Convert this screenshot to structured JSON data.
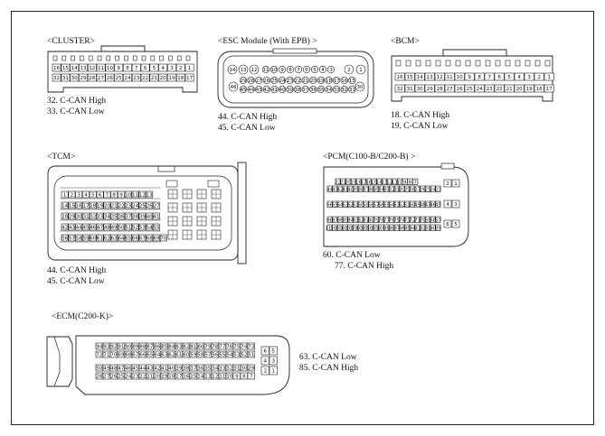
{
  "connectors": {
    "cluster": {
      "title": "<CLUSTER>",
      "row1": [
        "16",
        "15",
        "14",
        "13",
        "12",
        "11",
        "10",
        "9",
        "8",
        "7",
        "6",
        "5",
        "4",
        "3",
        "2",
        "1"
      ],
      "row2": [
        "32",
        "31",
        "30",
        "29",
        "28",
        "27",
        "26",
        "25",
        "24",
        "23",
        "22",
        "21",
        "20",
        "19",
        "18",
        "17"
      ],
      "notes": [
        "32. C-CAN High",
        "33. C-CAN Low"
      ]
    },
    "esc": {
      "title": "<ESC Module (With EPB) >",
      "big_pins_left": [
        "14",
        "13",
        "12"
      ],
      "big_pins_right": [
        "2",
        "1"
      ],
      "big_pin_bottom_left": "46",
      "big_pin_bottom_right": "30",
      "row_a": [
        "11",
        "10",
        "9",
        "8",
        "7",
        "6",
        "5",
        "4",
        "3"
      ],
      "row_b": [
        "29",
        "28",
        "27",
        "26",
        "25",
        "24",
        "23",
        "22",
        "21",
        "20",
        "19",
        "18",
        "17",
        "16",
        "15"
      ],
      "row_c": [
        "45",
        "44",
        "43",
        "42",
        "41",
        "40",
        "39",
        "38",
        "37",
        "36",
        "35",
        "34",
        "33",
        "32",
        "31"
      ],
      "notes": [
        "44. C-CAN High",
        "45. C-CAN Low"
      ]
    },
    "bcm": {
      "title": "<BCM>",
      "row1": [
        "16",
        "15",
        "14",
        "13",
        "12",
        "11",
        "10",
        "9",
        "8",
        "7",
        "6",
        "5",
        "4",
        "3",
        "2",
        "1"
      ],
      "row2": [
        "32",
        "31",
        "30",
        "29",
        "28",
        "27",
        "26",
        "25",
        "24",
        "23",
        "22",
        "21",
        "20",
        "19",
        "18",
        "17"
      ],
      "notes": [
        "18. C-CAN High",
        "19. C-CAN Low"
      ]
    },
    "tcm": {
      "title": "<TCM>",
      "row1": [
        "1",
        "2",
        "3",
        "4",
        "5",
        "6",
        "7",
        "8",
        "9",
        "10",
        "11",
        "12",
        "13"
      ],
      "row2": [
        "14",
        "15",
        "16",
        "17",
        "18",
        "19",
        "20",
        "21",
        "22",
        "23",
        "24",
        "25",
        "26",
        "27"
      ],
      "row3": [
        "28",
        "29",
        "30",
        "31",
        "32",
        "33",
        "34",
        "35",
        "36",
        "37",
        "38",
        "39",
        "40",
        "41"
      ],
      "row4": [
        "42",
        "43",
        "44",
        "45",
        "46",
        "47",
        "48",
        "49",
        "50",
        "51",
        "52",
        "53",
        "54",
        "55"
      ],
      "row5": [
        "56",
        "57",
        "58",
        "59",
        "60",
        "61",
        "62",
        "63",
        "64",
        "65",
        "66",
        "67",
        "68",
        "69",
        "70"
      ],
      "notes": [
        "44. C-CAN High",
        "45. C-CAN Low"
      ]
    },
    "pcm": {
      "title": "<PCM(C100-B/C200-B)  >",
      "row1": [
        "22",
        "21",
        "20",
        "19",
        "18",
        "17",
        "16",
        "15",
        "14",
        "13",
        "12",
        "11",
        "10",
        "9",
        "8",
        "7"
      ],
      "row2": [
        "44",
        "43",
        "42",
        "41",
        "40",
        "39",
        "38",
        "37",
        "36",
        "35",
        "34",
        "33",
        "32",
        "31",
        "30",
        "29",
        "28",
        "27",
        "26",
        "25",
        "24",
        "23"
      ],
      "row3": [
        "66",
        "65",
        "64",
        "63",
        "62",
        "61",
        "60",
        "59",
        "58",
        "57",
        "56",
        "55",
        "54",
        "53",
        "52",
        "51",
        "50",
        "49",
        "48",
        "47",
        "46",
        "45"
      ],
      "row4": [
        "88",
        "87",
        "86",
        "85",
        "84",
        "83",
        "82",
        "81",
        "80",
        "79",
        "78",
        "77",
        "76",
        "75",
        "74",
        "73",
        "72",
        "71",
        "70",
        "69",
        "68",
        "67"
      ],
      "row5": [
        "110",
        "109",
        "108",
        "107",
        "106",
        "105",
        "104",
        "103",
        "102",
        "101",
        "100",
        "99",
        "98",
        "97",
        "96",
        "95",
        "94",
        "93",
        "92",
        "91",
        "90",
        "89"
      ],
      "side_top": [
        "2",
        "1"
      ],
      "side_mid": [
        "4",
        "3"
      ],
      "side_bot": [
        "6",
        "5"
      ],
      "notes": [
        "60. C-CAN Low",
        "77. C-CAN High"
      ]
    },
    "ecm": {
      "title": "<ECM(C200-K)>",
      "row1": [
        "94",
        "93",
        "92",
        "91",
        "90",
        "89",
        "88",
        "87",
        "86",
        "85",
        "84",
        "83",
        "82",
        "81",
        "80",
        "79",
        "78",
        "77",
        "76",
        "75",
        "74",
        "73"
      ],
      "row2": [
        "72",
        "71",
        "70",
        "69",
        "68",
        "67",
        "66",
        "65",
        "64",
        "63",
        "62",
        "61",
        "60",
        "59",
        "58",
        "57",
        "56",
        "55",
        "54",
        "53",
        "52",
        "51"
      ],
      "row3": [
        "50",
        "49",
        "48",
        "47",
        "46",
        "45",
        "44",
        "43",
        "42",
        "41",
        "40",
        "39",
        "38",
        "37",
        "36",
        "35",
        "34",
        "33",
        "32",
        "31",
        "30",
        "29"
      ],
      "row4": [
        "28",
        "27",
        "26",
        "25",
        "24",
        "23",
        "22",
        "21",
        "20",
        "19",
        "18",
        "17",
        "16",
        "15",
        "14",
        "13",
        "12",
        "11",
        "10",
        "9",
        "8",
        "7"
      ],
      "side": [
        "6",
        "5",
        "4",
        "3",
        "2",
        "1"
      ],
      "notes": [
        "63. C-CAN Low",
        "85. C-CAN High"
      ]
    }
  }
}
